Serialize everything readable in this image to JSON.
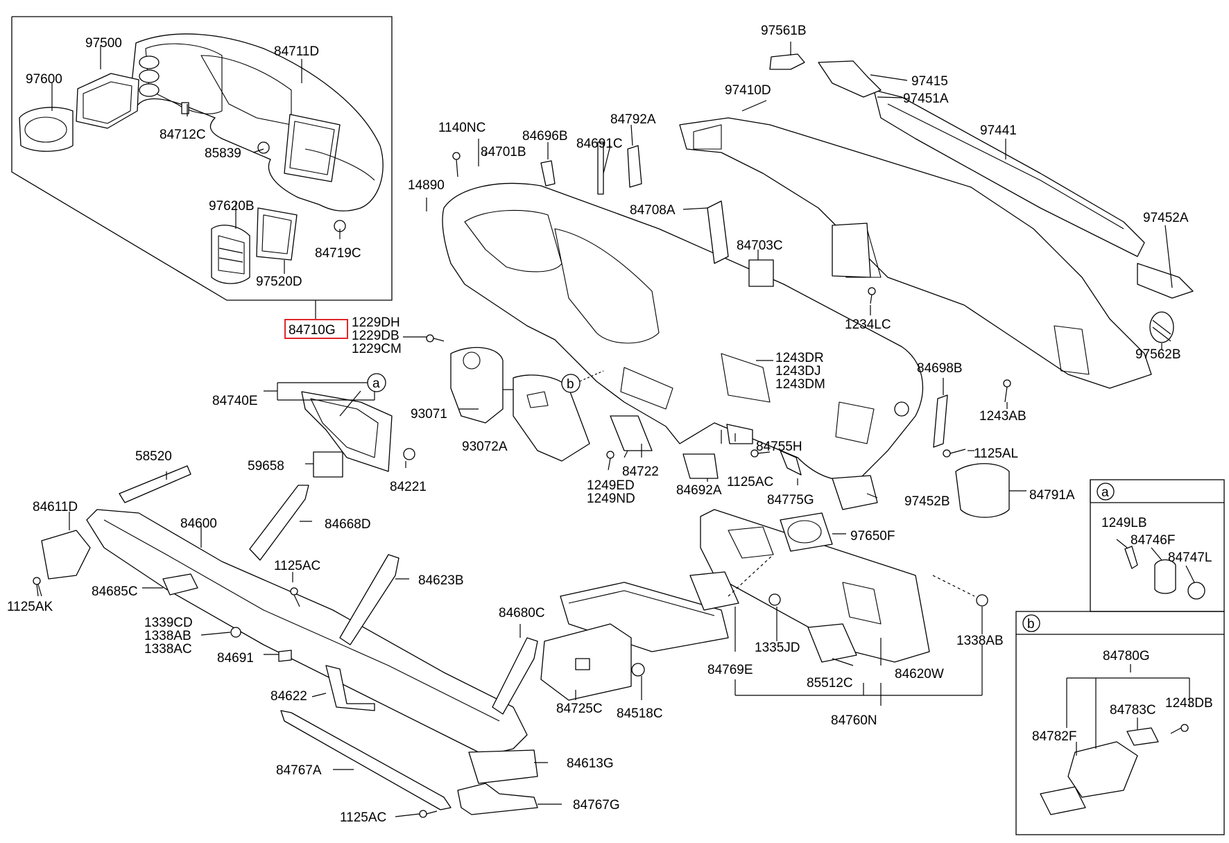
{
  "labels": {
    "p97500": "97500",
    "p84711D": "84711D",
    "p97600": "97600",
    "p84712C": "84712C",
    "p85839": "85839",
    "p97620B": "97620B",
    "p84719C": "84719C",
    "p97520D": "97520D",
    "p84710G": "84710G",
    "p1229DH": "1229DH",
    "p1229DB": "1229DB",
    "p1229CM": "1229CM",
    "p1140NC": "1140NC",
    "p84701B": "84701B",
    "p84696B": "84696B",
    "p84691C": "84691C",
    "p84792A": "84792A",
    "p14890": "14890",
    "p84708A": "84708A",
    "p84703C": "84703C",
    "p97561B": "97561B",
    "p97415": "97415",
    "p97451A": "97451A",
    "p97410D": "97410D",
    "p97441": "97441",
    "p97452A": "97452A",
    "p1234LC": "1234LC",
    "p97562B": "97562B",
    "p1243DR": "1243DR",
    "p1243DJ": "1243DJ",
    "p1243DM": "1243DM",
    "p84698B": "84698B",
    "p1243AB": "1243AB",
    "p1125AL": "1125AL",
    "p84740E": "84740E",
    "p93071": "93071",
    "p93072A": "93072A",
    "p84755H": "84755H",
    "p58520": "58520",
    "p59658": "59658",
    "p84221": "84221",
    "p84722": "84722",
    "p1249ED": "1249ED",
    "p1249ND": "1249ND",
    "p84692A": "84692A",
    "p1125AC_a": "1125AC",
    "p84775G": "84775G",
    "p97452B": "97452B",
    "p84791A": "84791A",
    "p84611D": "84611D",
    "p84600": "84600",
    "p84668D": "84668D",
    "p97650F": "97650F",
    "p1125AC_b": "1125AC",
    "p84623B": "84623B",
    "p1125AK": "1125AK",
    "p84685C": "84685C",
    "p1339CD": "1339CD",
    "p1338AB_a": "1338AB",
    "p1338AC": "1338AC",
    "p84691": "84691",
    "p84680C": "84680C",
    "p1335JD": "1335JD",
    "p1338AB_b": "1338AB",
    "p84769E": "84769E",
    "p85512C": "85512C",
    "p84620W": "84620W",
    "p84725C": "84725C",
    "p84518C": "84518C",
    "p84622": "84622",
    "p84760N": "84760N",
    "p84613G": "84613G",
    "p84767A": "84767A",
    "p1125AC_c": "1125AC",
    "p84767G": "84767G",
    "p1249LB": "1249LB",
    "p84746F": "84746F",
    "p84747L": "84747L",
    "p84780G": "84780G",
    "p84783C": "84783C",
    "p1243DB": "1243DB",
    "p84782F": "84782F"
  },
  "callouts": {
    "a": "a",
    "b": "b",
    "inset_a": "a",
    "inset_b": "b"
  },
  "highlight_color": "#e0262a"
}
